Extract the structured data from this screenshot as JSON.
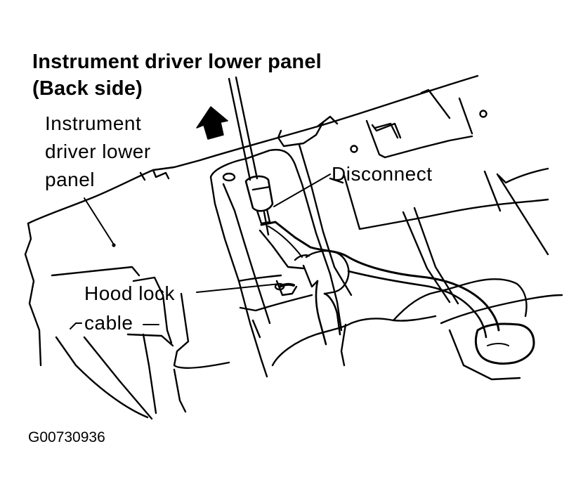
{
  "heading": {
    "line1": "Instrument driver lower panel",
    "line2": "(Back side)"
  },
  "labels": {
    "panel_line1": "Instrument",
    "panel_line2": "driver lower",
    "panel_line3": "panel",
    "disconnect": "Disconnect",
    "cable_line1": "Hood lock",
    "cable_line2": "cable"
  },
  "figure_id": "G00730936",
  "icons": {
    "direction": "up-arrow-icon",
    "tool": "pliers-icon"
  },
  "colors": {
    "ink": "#000000",
    "background": "#ffffff"
  }
}
